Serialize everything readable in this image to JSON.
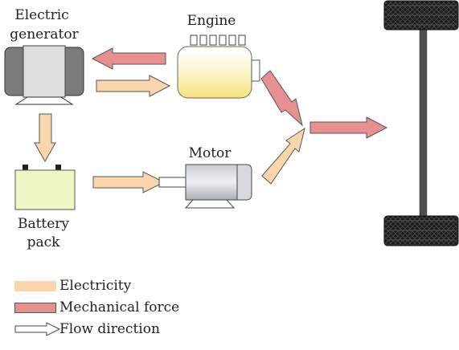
{
  "labels": {
    "generator_line1": "Electric",
    "generator_line2": "generator",
    "engine": "Engine",
    "motor": "Motor",
    "battery_line1": "Battery",
    "battery_line2": "pack"
  },
  "legend": {
    "electricity": "Electricity",
    "mechanical": "Mechanical force",
    "flow": "Flow direction"
  },
  "colors": {
    "electricity": "#fad6ad",
    "mechanical": "#e88f8f"
  }
}
